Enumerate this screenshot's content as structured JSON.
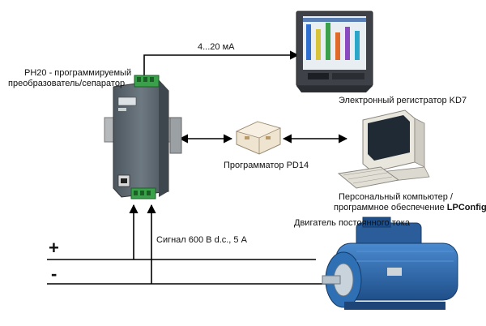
{
  "labels": {
    "current_range": "4...20 мА",
    "converter_line1": "PH20 - программируемый",
    "converter_line2": "преобразователь/сепаратор",
    "recorder": "Электронный регистратор KD7",
    "programmer": "Программатор PD14",
    "pc_line1": "Персональный компьютер /",
    "pc_line2_prefix": "программное обеспечение ",
    "pc_line2_bold": "LPConfig",
    "motor": "Двигатель постоянного тока",
    "signal": "Сигнал 600 В d.c., 5 А",
    "plus": "+",
    "minus": "-"
  },
  "colors": {
    "line": "#000000",
    "device_body": "#5f6a72",
    "terminal": "#3aa14a",
    "recorder_frame": "#3e4248",
    "motor": "#2f6fb3",
    "programmer": "#efe4d0",
    "pc": "#e9e6de"
  }
}
